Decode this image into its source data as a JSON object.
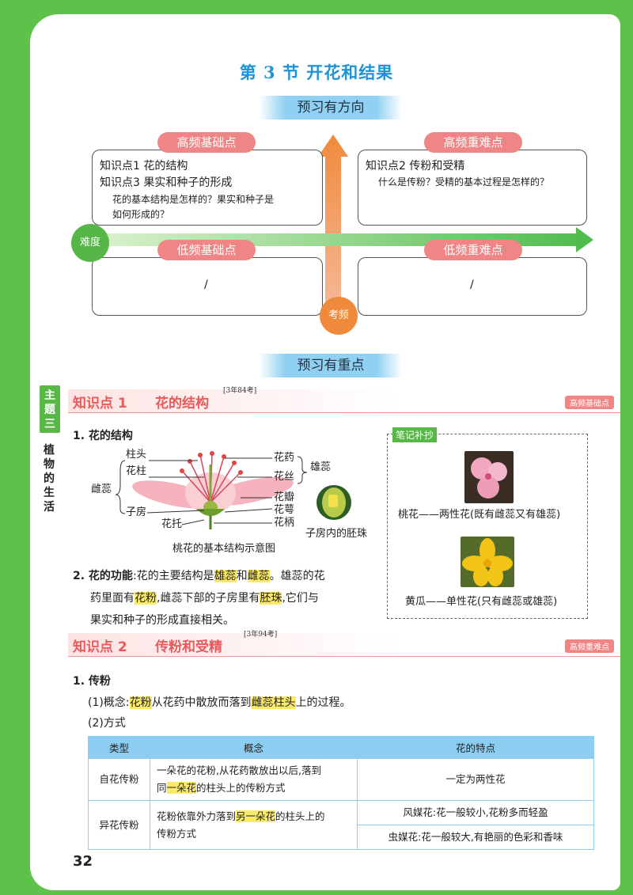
{
  "title": "第 3 节   开花和结果",
  "ribbons": {
    "preview_direction": "预习有方向",
    "preview_focus": "预习有重点"
  },
  "quadrant": {
    "top_left": {
      "tag": "高频基础点",
      "line1": "知识点1 花的结构",
      "line2": "知识点3 果实和种子的形成",
      "q1": "花的基本结构是怎样的？果实和种子是",
      "q2": "如何形成的？"
    },
    "top_right": {
      "tag": "高频重难点",
      "line1": "知识点2 传粉和受精",
      "q1": "什么是传粉？受精的基本过程是怎样的？"
    },
    "bottom_left": {
      "tag": "低频基础点",
      "content": "/"
    },
    "bottom_right": {
      "tag": "低频重难点",
      "content": "/"
    },
    "axis_x": "难度",
    "axis_y": "考频"
  },
  "side_tab": {
    "tab": "主题三",
    "text": "植物的生活"
  },
  "kp1": {
    "label": "知识点",
    "num": "1",
    "title": "花的结构",
    "exam": "[3年84考]",
    "badge": "高频基础点",
    "item1_title": "1. 花的结构",
    "diagram": {
      "left_labels": [
        "柱头",
        "花柱",
        "雌蕊",
        "子房",
        "花托"
      ],
      "right_labels": [
        "花药",
        "花丝",
        "雄蕊",
        "花瓣",
        "花萼",
        "花柄"
      ],
      "ovule_caption": "子房内的胚珠",
      "caption": "桃花的基本结构示意图"
    },
    "item2_prefix": "2. 花的功能",
    "item2_a": ":花的主要结构是",
    "item2_hl1": "雄蕊",
    "item2_b": "和",
    "item2_hl2": "雌蕊",
    "item2_c": "。雄蕊的花",
    "item2_line2a": "药里面有",
    "item2_hl3": "花粉",
    "item2_line2b": ",雌蕊下部的子房里有",
    "item2_hl4": "胚珠",
    "item2_line2c": ",它们与",
    "item2_line3": "果实和种子的形成直接相关。"
  },
  "notes": {
    "tag": "笔记补抄",
    "peach_caption": "桃花——两性花(既有雌蕊又有雄蕊)",
    "cucumber_caption": "黄瓜——单性花(只有雌蕊或雄蕊)"
  },
  "kp2": {
    "label": "知识点",
    "num": "2",
    "title": "传粉和受精",
    "exam": "[3年94考]",
    "badge": "高频重难点",
    "item1_title": "1. 传粉",
    "concept_prefix": "(1)概念:",
    "concept_hl1": "花粉",
    "concept_mid": "从花药中散放而落到",
    "concept_hl2": "雌蕊柱头",
    "concept_end": "上的过程。",
    "method": "(2)方式"
  },
  "table": {
    "headers": [
      "类型",
      "概念",
      "花的特点"
    ],
    "rows": [
      {
        "type": "自花传粉",
        "concept1": "一朵花的花粉,从花药散放出以后,落到",
        "concept2a": "同",
        "concept2_hl": "一朵花",
        "concept2b": "的柱头上的传粉方式",
        "feature": "一定为两性花"
      },
      {
        "type": "异花传粉",
        "concept1a": "花粉依靠外力落到",
        "concept1_hl": "另一朵花",
        "concept1b": "的柱头上的",
        "concept2": "传粉方式",
        "feature1": "风媒花:花一般较小,花粉多而轻盈",
        "feature2": "虫媒花:花一般较大,有艳丽的色彩和香味"
      }
    ]
  },
  "page_number": "32"
}
